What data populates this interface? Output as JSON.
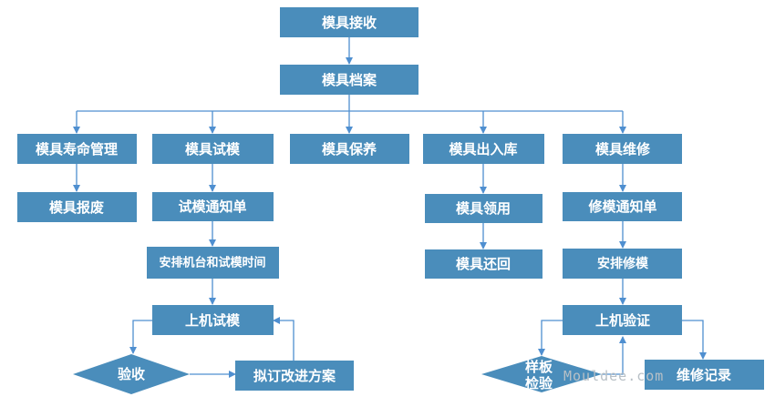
{
  "nodes": {
    "receive": "模具接收",
    "archive": "模具档案",
    "life": "模具寿命管理",
    "trial": "模具试模",
    "maintain": "模具保养",
    "inout": "模具出入库",
    "repair": "模具维修",
    "scrap": "模具报废",
    "trial_notice": "试模通知单",
    "schedule_trial": "安排机台和试模时间",
    "on_machine_trial": "上机试模",
    "accept": "验收",
    "plan": "拟订改进方案",
    "borrow": "模具领用",
    "return": "模具还回",
    "repair_notice": "修模通知单",
    "schedule_repair": "安排修模",
    "on_machine_verify": "上机验证",
    "sample_check_line1": "样板",
    "sample_check_line2": "检验",
    "repair_record": "维修记录"
  },
  "watermark": "Mouldee.com",
  "colors": {
    "box": "#4a8dbb",
    "arrow": "#4f8fd0",
    "text": "#ffffff"
  }
}
